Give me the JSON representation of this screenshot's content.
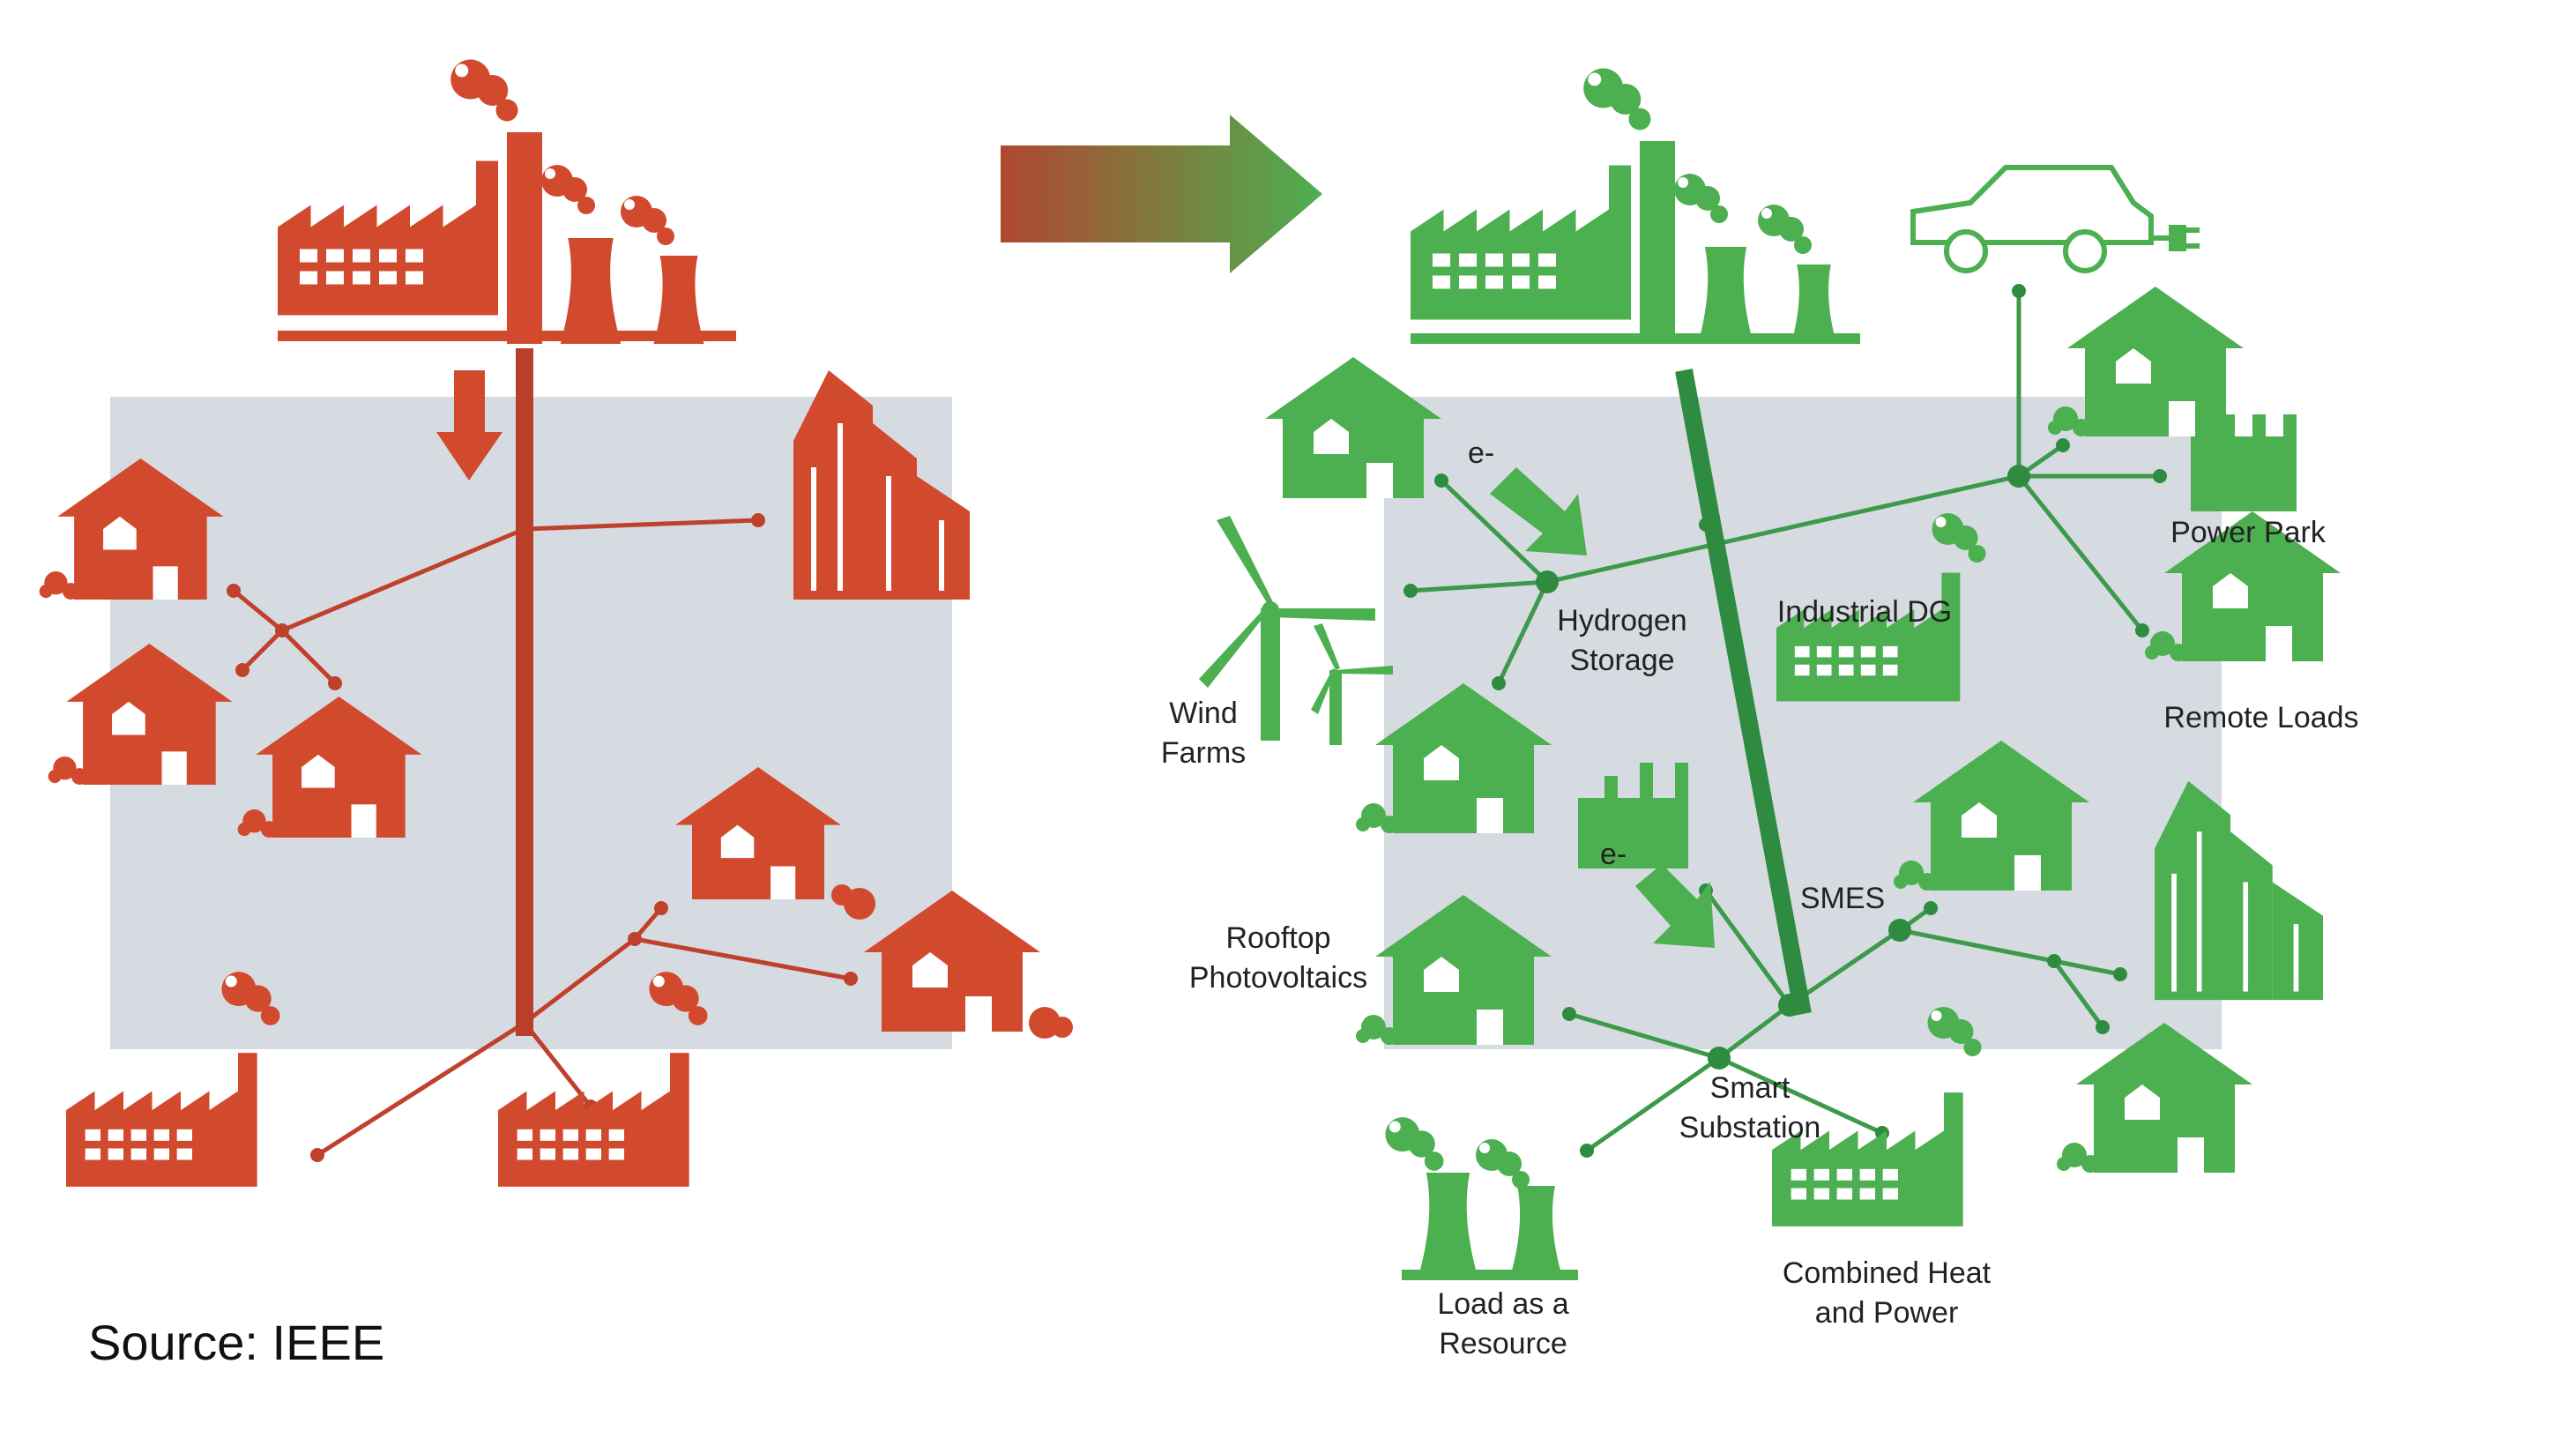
{
  "source_text": "Source: IEEE",
  "colors": {
    "legacy": "#d24a2e",
    "smart": "#4caf50",
    "smart_dark": "#2e8b40",
    "panel": "#d5dbe0"
  },
  "labels": {
    "e_minus_1": "e-",
    "e_minus_2": "e-",
    "hydrogen_storage_1": "Hydrogen",
    "hydrogen_storage_2": "Storage",
    "industrial_dg": "Industrial DG",
    "power_park": "Power Park",
    "remote_loads": "Remote Loads",
    "wind_farms_1": "Wind",
    "wind_farms_2": "Farms",
    "rooftop_pv_1": "Rooftop",
    "rooftop_pv_2": "Photovoltaics",
    "smes": "SMES",
    "smart_substation_1": "Smart",
    "smart_substation_2": "Substation",
    "load_as_resource_1": "Load as a",
    "load_as_resource_2": "Resource",
    "chp_1": "Combined Heat",
    "chp_2": "and Power"
  },
  "icons": [
    "factory-icon",
    "house-icon",
    "building-icon",
    "arrow-icon",
    "car-icon",
    "wind-turbine-icon",
    "cooling-tower-icon"
  ]
}
